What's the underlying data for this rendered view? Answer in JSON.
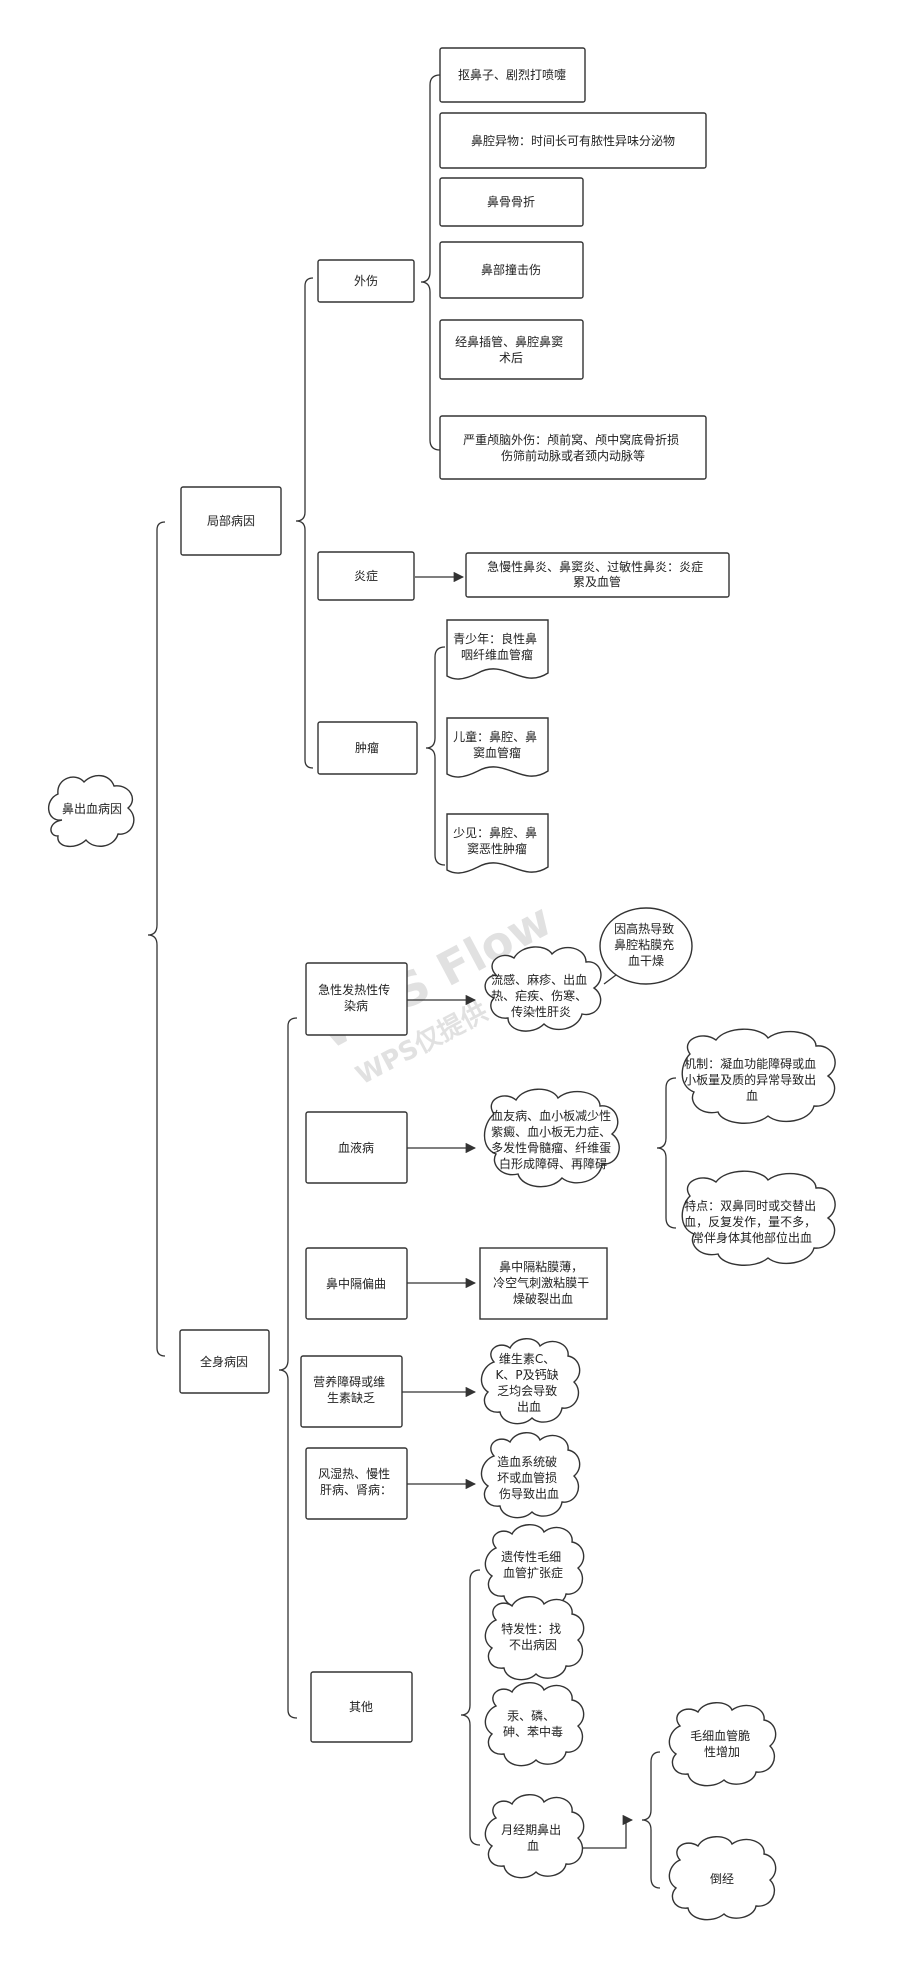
{
  "watermark": {
    "line1": "WPS Flow",
    "line2": "WPS仅提供"
  },
  "root": [
    "鼻出血病因"
  ],
  "local": {
    "title": [
      "局部病因"
    ],
    "trauma": {
      "title": [
        "外伤"
      ],
      "items": [
        [
          "抠鼻子、剧烈打喷嚏"
        ],
        [
          "鼻腔异物：时间长可有脓性异味分泌物"
        ],
        [
          "鼻骨骨折"
        ],
        [
          "鼻部撞击伤"
        ],
        [
          "经鼻插管、鼻腔鼻窦",
          "术后"
        ],
        [
          "严重颅脑外伤：颅前窝、颅中窝底骨折损",
          "伤筛前动脉或者颈内动脉等"
        ]
      ]
    },
    "inflammation": {
      "title": [
        "炎症"
      ],
      "detail": [
        "急慢性鼻炎、鼻窦炎、过敏性鼻炎：炎症",
        "累及血管"
      ]
    },
    "tumor": {
      "title": [
        "肿瘤"
      ],
      "items": [
        [
          "青少年：良性鼻",
          "咽纤维血管瘤"
        ],
        [
          "儿童：鼻腔、鼻",
          "窦血管瘤"
        ],
        [
          "少见：鼻腔、鼻",
          "窦恶性肿瘤"
        ]
      ]
    }
  },
  "systemic": {
    "title": [
      "全身病因"
    ],
    "infectious": {
      "title": [
        "急性发热性传",
        "染病"
      ],
      "detail": [
        "流感、麻疹、出血",
        "热、疟疾、伤寒、",
        "传染性肝炎"
      ],
      "note": [
        "因高热导致",
        "鼻腔粘膜充",
        "血干燥"
      ]
    },
    "blood": {
      "title": [
        "血液病"
      ],
      "detail": [
        "血友病、血小板减少性",
        "紫癜、血小板无力症、",
        "多发性骨髓瘤、纤维蛋",
        "白形成障碍、再障碍"
      ],
      "mechanism": [
        "机制：凝血功能障碍或血",
        "小板量及质的异常导致出",
        "血"
      ],
      "feature": [
        "特点：双鼻同时或交替出",
        "血，反复发作，量不多，",
        "常伴身体其他部位出血"
      ]
    },
    "septum": {
      "title": [
        "鼻中隔偏曲"
      ],
      "detail": [
        "鼻中隔粘膜薄，",
        "冷空气刺激粘膜干",
        "燥破裂出血"
      ]
    },
    "nutrition": {
      "title": [
        "营养障碍或维",
        "生素缺乏"
      ],
      "detail": [
        "维生素C、",
        "K、P及钙缺",
        "乏均会导致",
        "出血"
      ]
    },
    "rheumatic": {
      "title": [
        "风湿热、慢性",
        "肝病、肾病："
      ],
      "detail": [
        "造血系统破",
        "坏或血管损",
        "伤导致出血"
      ]
    },
    "other": {
      "title": [
        "其他"
      ],
      "items": [
        [
          "遗传性毛细",
          "血管扩张症"
        ],
        [
          "特发性：找",
          "不出病因"
        ],
        [
          "汞、磷、",
          "砷、苯中毒"
        ],
        [
          "月经期鼻出",
          "血"
        ]
      ],
      "menses": [
        [
          "毛细血管脆",
          "性增加"
        ],
        [
          "倒经"
        ]
      ]
    }
  }
}
